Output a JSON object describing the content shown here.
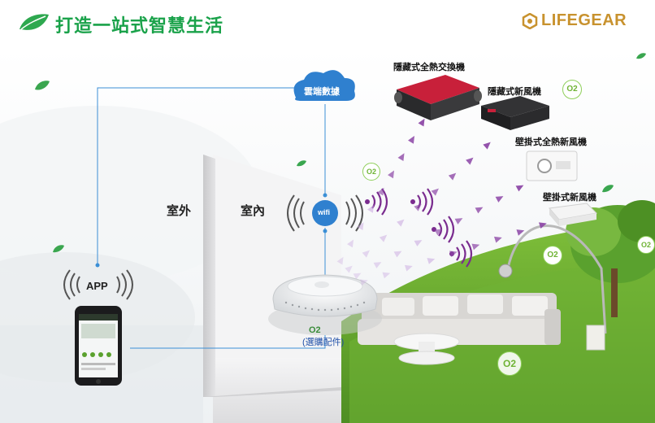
{
  "header": {
    "title": "打造一站式智慧生活",
    "brand": "LIFEGEAR"
  },
  "zones": {
    "outdoor": "室外",
    "indoor": "室內"
  },
  "cloud": {
    "label": "雲端數據"
  },
  "wifi": {
    "label": "wifi"
  },
  "app": {
    "label": "APP"
  },
  "hub": {
    "o2": "O2",
    "note": "(選購配件)"
  },
  "devices": [
    {
      "label": "隱藏式全熱交換機"
    },
    {
      "label": "隱藏式新風機"
    },
    {
      "label": "壁掛式全熱新風機"
    },
    {
      "label": "壁掛式新風機"
    }
  ],
  "o2_badges": [
    "O2",
    "O2",
    "O2",
    "O2",
    "O2"
  ],
  "colors": {
    "title_green": "#1aa24a",
    "brand_gold": "#c8922e",
    "line_blue": "#3b8fd6",
    "signal_purple": "#7a2c8f",
    "accent_red": "#c8203a",
    "grass_green": "#5aa12e"
  }
}
